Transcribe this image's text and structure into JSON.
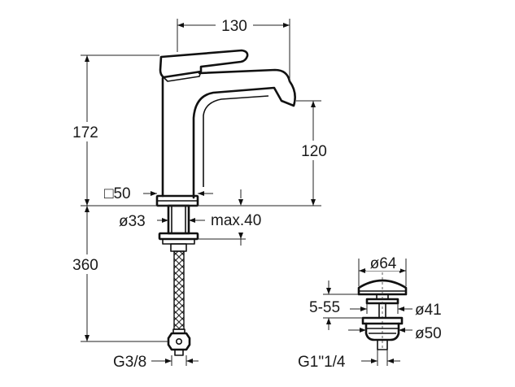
{
  "faucet": {
    "width": "130",
    "total_height": "172",
    "spout_height": "120",
    "base_square": "□50",
    "shank_diameter": "ø33",
    "max_deck": "max.40",
    "hose_length": "360",
    "hose_thread": "G3/8"
  },
  "drain": {
    "cap_diameter": "ø64",
    "thickness_range": "5-55",
    "flange_diameter": "ø41",
    "body_diameter": "ø50",
    "thread": "G1\"1/4"
  }
}
